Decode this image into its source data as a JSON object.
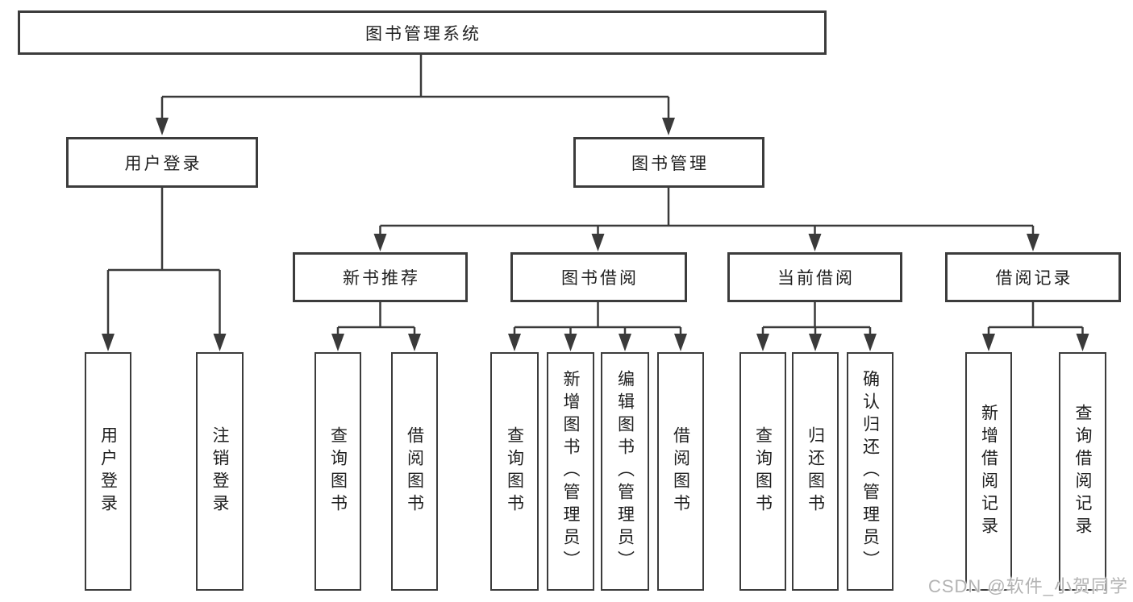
{
  "tree": {
    "label": "图书管理系统",
    "children": [
      {
        "label": "用户登录",
        "children": [
          {
            "label": "用户登录"
          },
          {
            "label": "注销登录"
          }
        ]
      },
      {
        "label": "图书管理",
        "children": [
          {
            "label": "新书推荐",
            "children": [
              {
                "label": "查询图书"
              },
              {
                "label": "借阅图书"
              }
            ]
          },
          {
            "label": "图书借阅",
            "children": [
              {
                "label": "查询图书"
              },
              {
                "label": "新增图书（管理员）"
              },
              {
                "label": "编辑图书（管理员）"
              },
              {
                "label": "借阅图书"
              }
            ]
          },
          {
            "label": "当前借阅",
            "children": [
              {
                "label": "查询图书"
              },
              {
                "label": "归还图书"
              },
              {
                "label": "确认归还（管理员）"
              }
            ]
          },
          {
            "label": "借阅记录",
            "children": [
              {
                "label": "新增借阅记录"
              },
              {
                "label": "查询借阅记录"
              }
            ]
          }
        ]
      }
    ]
  },
  "watermark": "CSDN @软件_小贺同学",
  "colors": {
    "line": "#3a3a3a",
    "box_border": "#3c3c3c",
    "text": "#1f1f1f",
    "background": "#ffffff",
    "watermark": "#b3b3b3"
  }
}
